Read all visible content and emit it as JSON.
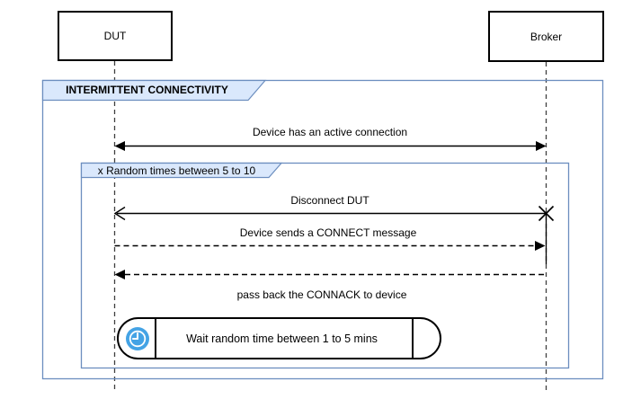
{
  "actors": [
    {
      "label": "DUT"
    },
    {
      "label": "Broker"
    }
  ],
  "frames": {
    "outer": {
      "label": "INTERMITTENT CONNECTIVITY"
    },
    "loop": {
      "label": "x Random times between 5 to 10"
    }
  },
  "messages": [
    {
      "label": "Device has an active connection",
      "line_style": "solid",
      "arrow": "filled-both-ends"
    },
    {
      "label": "Disconnect DUT",
      "line_style": "solid",
      "arrow": "open-left-destroy-x-right"
    },
    {
      "label": "Device sends a CONNECT message",
      "line_style": "dashed",
      "arrow": "filled-right"
    },
    {
      "label": "pass back the CONNACK to device",
      "line_style": "dashed",
      "arrow": "filled-left"
    }
  ],
  "activity": {
    "label": "Wait random time between 1 to 5 mins",
    "icon": "clock-icon"
  },
  "colors": {
    "frame_border": "#6c8ebf",
    "frame_label_fill": "#dae8fc",
    "clock_blue": "#44a3e5",
    "line_color": "#000000"
  }
}
